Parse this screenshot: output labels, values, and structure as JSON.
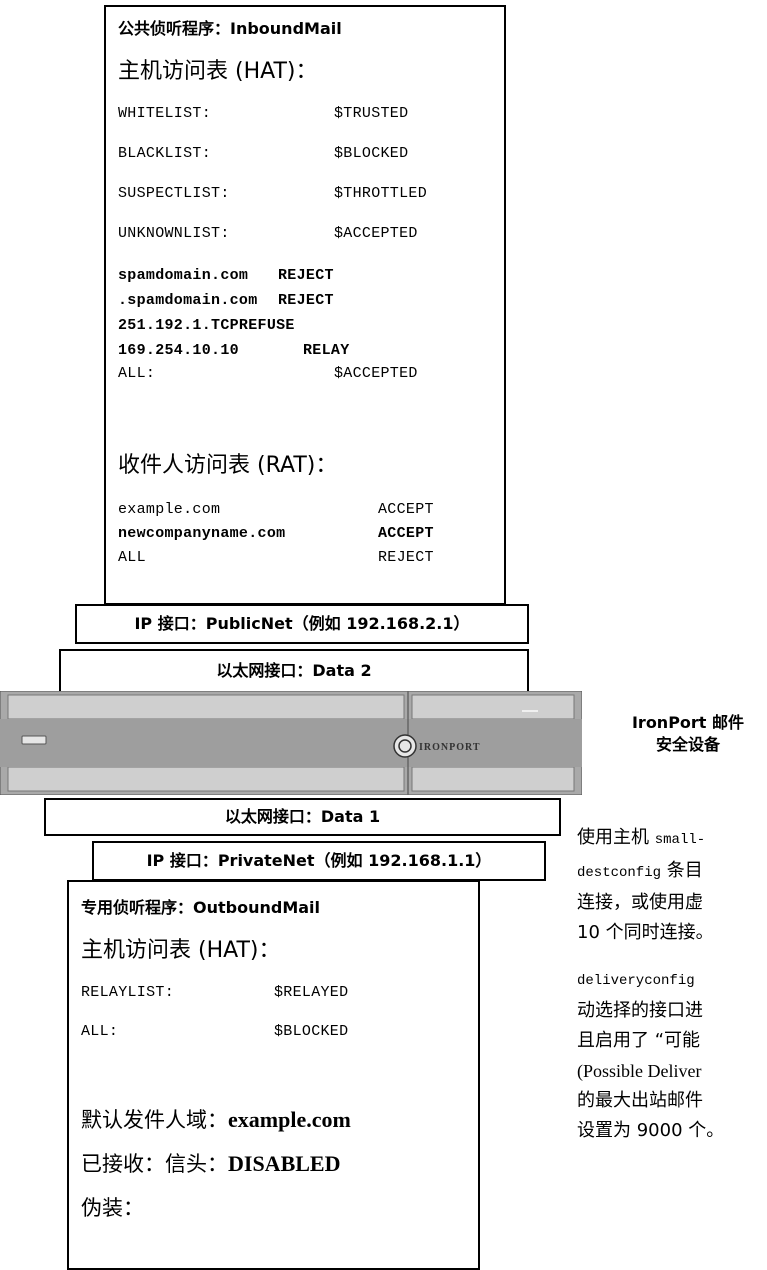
{
  "inbound": {
    "title": "公共侦听程序：InboundMail",
    "hat_heading": "主机访问表 (HAT)：",
    "hat_rows": [
      {
        "name": "WHITELIST:",
        "policy": "$TRUSTED"
      },
      {
        "name": "BLACKLIST:",
        "policy": "$BLOCKED"
      },
      {
        "name": "SUSPECTLIST:",
        "policy": "$THROTTLED"
      },
      {
        "name": "UNKNOWNLIST:",
        "policy": "$ACCEPTED"
      }
    ],
    "hat_bold_rows": [
      {
        "name": "spamdomain.com",
        "policy": "REJECT"
      },
      {
        "name": ".spamdomain.com",
        "policy": "REJECT"
      },
      {
        "name": "251.192.1.TCPREFUSE",
        "policy": ""
      },
      {
        "name": "169.254.10.10",
        "policy": "RELAY"
      }
    ],
    "hat_all_row": {
      "name": "ALL:",
      "policy": "$ACCEPTED"
    },
    "rat_heading": "收件人访问表 (RAT)：",
    "rat_rows": [
      {
        "name": "example.com",
        "policy": "ACCEPT",
        "bold": false
      },
      {
        "name": "newcompanyname.com",
        "policy": "ACCEPT",
        "bold": true
      },
      {
        "name": "ALL",
        "policy": "REJECT",
        "bold": false
      }
    ]
  },
  "public_ip_label": "IP 接口：PublicNet（例如 192.168.2.1）",
  "ethernet_data2_label": "以太网接口：Data 2",
  "appliance": {
    "brand": "IRONPORT",
    "caption_line1": "IronPort 邮件",
    "caption_line2": "安全设备"
  },
  "ethernet_data1_label": "以太网接口：Data 1",
  "private_ip_label": "IP 接口：PrivateNet（例如 192.168.1.1）",
  "outbound": {
    "title": "专用侦听程序：OutboundMail",
    "hat_heading": "主机访问表 (HAT)：",
    "hat_rows": [
      {
        "name": "RELAYLIST:",
        "policy": "$RELAYED"
      },
      {
        "name": "ALL:",
        "policy": "$BLOCKED"
      }
    ],
    "default_domain_label": "默认发件人域：",
    "default_domain_value": "example.com",
    "received_header_label": "已接收：信头：",
    "received_header_value": "DISABLED",
    "masquerade_label": "伪装："
  },
  "right_note": {
    "p1_l1_a": "使用主机 ",
    "p1_l1_mono": "small-",
    "p1_l2_mono": "destconfig",
    "p1_l2_b": " 条目",
    "p1_l3": "连接，或使用虚",
    "p1_l4": "10 个同时连接。",
    "p2_l1_mono": "deliveryconfig",
    "p2_l2": "动选择的接口进",
    "p2_l3": "且启用了 “可能",
    "p2_l4": "(Possible Deliver",
    "p2_l5": "的最大出站邮件",
    "p2_l6": "设置为 9000 个。"
  },
  "colors": {
    "appliance_body": "#a9a9a9",
    "appliance_panel": "#cfcfcf",
    "appliance_light": "#e6e6e6"
  }
}
